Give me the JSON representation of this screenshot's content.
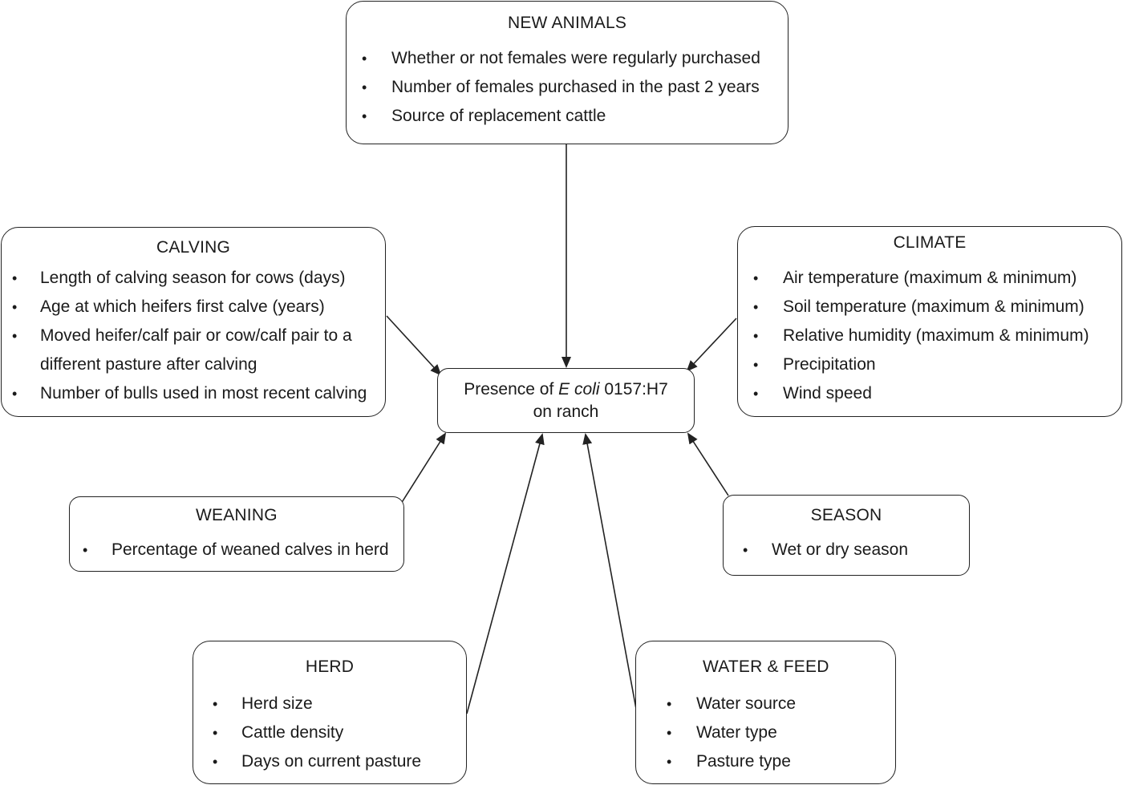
{
  "center": {
    "line1_prefix": "Presence of ",
    "line1_italic": "E coli",
    "line1_suffix": " 0157:H7",
    "line2": "on ranch"
  },
  "new_animals": {
    "title": "NEW ANIMALS",
    "items": [
      "Whether or not females were regularly purchased",
      "Number of females purchased in the past 2 years",
      "Source of replacement cattle"
    ]
  },
  "calving": {
    "title": "CALVING",
    "items": [
      "Length of calving season for cows (days)",
      "Age at which heifers first calve (years)",
      "Moved heifer/calf pair or cow/calf pair to a",
      "different pasture after calving",
      "Number of bulls used in most recent calving"
    ]
  },
  "climate": {
    "title": "CLIMATE",
    "items": [
      "Air temperature (maximum & minimum)",
      "Soil temperature (maximum & minimum)",
      "Relative humidity (maximum & minimum)",
      "Precipitation",
      "Wind speed"
    ]
  },
  "weaning": {
    "title": "WEANING",
    "items": [
      "Percentage of weaned calves in herd"
    ]
  },
  "season": {
    "title": "SEASON",
    "items": [
      "Wet or dry season"
    ]
  },
  "herd": {
    "title": "HERD",
    "items": [
      "Herd size",
      "Cattle density",
      "Days on current pasture"
    ]
  },
  "water_feed": {
    "title": "WATER & FEED",
    "items": [
      "Water source",
      "Water type",
      "Pasture type"
    ]
  },
  "bullet_symbol": "•",
  "colors": {
    "line": "#222222",
    "background": "#ffffff"
  }
}
